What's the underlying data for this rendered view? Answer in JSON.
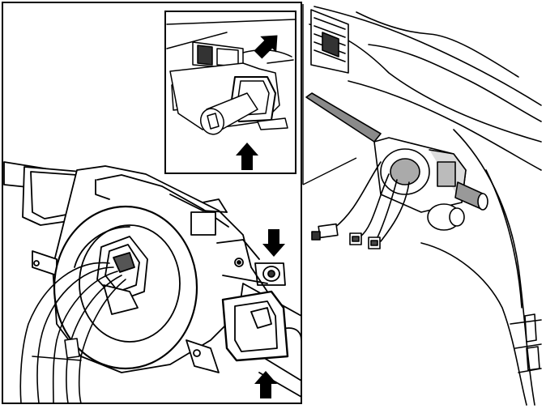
{
  "figure": {
    "background_color": "#ffffff",
    "line_color": "#000000",
    "shade_color": "#9a9a9a",
    "dark_shade_color": "#555555"
  },
  "panels": [
    {
      "id": "main-detail",
      "arrows": 2
    },
    {
      "id": "inset-detail",
      "arrows": 2
    },
    {
      "id": "overview",
      "arrows": 0
    }
  ],
  "icons": [
    "pointer-arrow-icon"
  ]
}
